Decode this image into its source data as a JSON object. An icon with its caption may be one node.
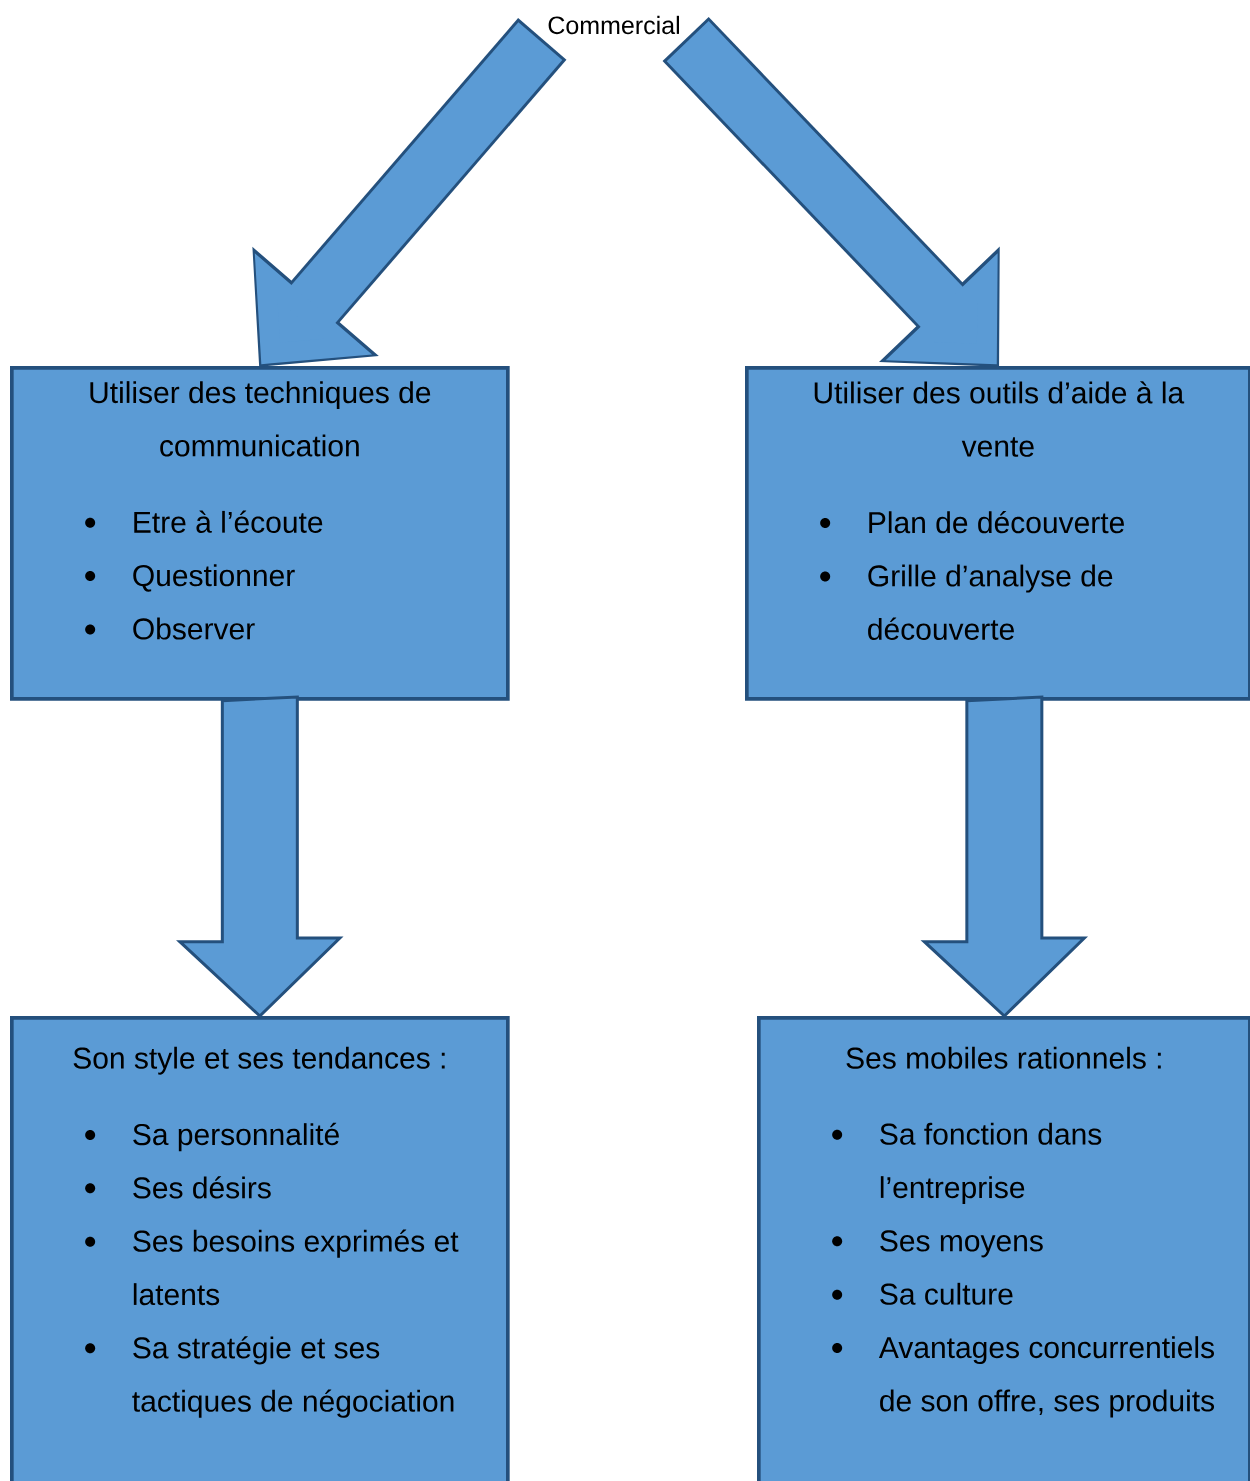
{
  "diagram": {
    "nodes": [
      {
        "text": [
          "Commercial"
        ]
      },
      {
        "text": [
          "Utiliser des techniques de communication",
          "Etre à l’écoute",
          "Questionner",
          "Observer"
        ]
      },
      {
        "text": [
          "Utiliser des outils d’aide à la vente",
          "Plan de découverte",
          "Grille d’analyse de découverte"
        ]
      },
      {
        "text": [
          "Son style et ses tendances :",
          "Sa personnalité",
          "Ses désirs",
          "Ses besoins exprimés et latents",
          "Sa stratégie et ses tactiques de négociation"
        ]
      },
      {
        "text": [
          "Ses mobiles rationnels :",
          "Sa fonction dans l’entreprise",
          "Ses moyens",
          "Sa culture",
          "Avantages concurrentiels de son offre, ses produits"
        ]
      }
    ],
    "edges": [
      {
        "from": 0,
        "to": 1,
        "arrow": "to"
      },
      {
        "from": 0,
        "to": 2,
        "arrow": "to"
      },
      {
        "from": 1,
        "to": 3,
        "arrow": "to"
      },
      {
        "from": 2,
        "to": 4,
        "arrow": "to"
      }
    ]
  }
}
